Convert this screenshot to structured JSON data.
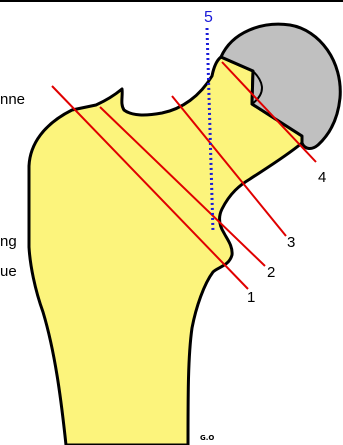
{
  "colors": {
    "bone_fill": "#fcf47c",
    "head_fill": "#c0c0c0",
    "outline": "#000000",
    "cut_lines": "#e00000",
    "vertical_line": "#1a1ad8",
    "background": "#ffffff"
  },
  "labels": {
    "partial_top_left": "nne",
    "partial_mid_left_1": "ng",
    "partial_mid_left_2": "ue",
    "line_1": "1",
    "line_2": "2",
    "line_3": "3",
    "line_4": "4",
    "line_5": "5",
    "signature": "G.O"
  }
}
